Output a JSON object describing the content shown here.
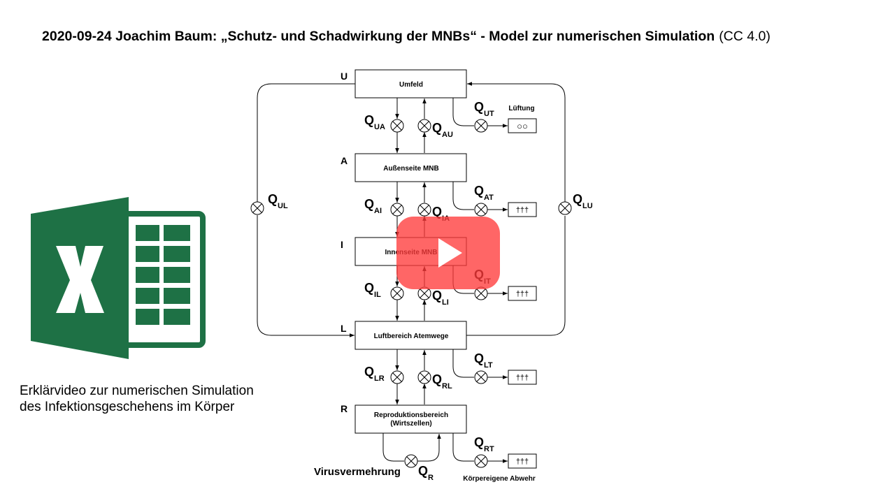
{
  "title": {
    "main": "2020-09-24 Joachim Baum: „Schutz- und Schadwirkung der MNBs“ - Model zur numerischen Simulation",
    "license": "(CC 4.0)"
  },
  "caption": {
    "line1": "Erklärvideo zur numerischen Simulation",
    "line2": "des Infektionsgeschehens im Körper"
  },
  "icons": {
    "excel": "excel-icon",
    "play": "youtube-play-icon"
  },
  "colors": {
    "excel_green": "#1E7145",
    "youtube_red": "#FF3B3B"
  },
  "diagram": {
    "layers": [
      {
        "letter": "U",
        "box": "Umfeld"
      },
      {
        "letter": "A",
        "box": "Außenseite MNB"
      },
      {
        "letter": "I",
        "box": "Innenseite MNB"
      },
      {
        "letter": "L",
        "box": "Luftbereich Atemwege"
      },
      {
        "letter": "R",
        "box": "Reproduktionsbereich",
        "box2": "(Wirtszellen)"
      }
    ],
    "flows": [
      {
        "id": "QUA",
        "base": "Q",
        "sub": "UA"
      },
      {
        "id": "QAU",
        "base": "Q",
        "sub": "AU"
      },
      {
        "id": "QUT",
        "base": "Q",
        "sub": "UT"
      },
      {
        "id": "QAI",
        "base": "Q",
        "sub": "AI"
      },
      {
        "id": "QIA",
        "base": "Q",
        "sub": "IA"
      },
      {
        "id": "QAT",
        "base": "Q",
        "sub": "AT"
      },
      {
        "id": "QIL",
        "base": "Q",
        "sub": "IL"
      },
      {
        "id": "QLI",
        "base": "Q",
        "sub": "LI"
      },
      {
        "id": "QIT",
        "base": "Q",
        "sub": "IT"
      },
      {
        "id": "QLR",
        "base": "Q",
        "sub": "LR"
      },
      {
        "id": "QRL",
        "base": "Q",
        "sub": "RL"
      },
      {
        "id": "QLT",
        "base": "Q",
        "sub": "LT"
      },
      {
        "id": "QRT",
        "base": "Q",
        "sub": "RT"
      },
      {
        "id": "QR",
        "base": "Q",
        "sub": "R"
      },
      {
        "id": "QUL",
        "base": "Q",
        "sub": "UL"
      },
      {
        "id": "QLU",
        "base": "Q",
        "sub": "LU"
      }
    ],
    "sinks": {
      "luftung_label": "Lüftung",
      "luftung_symbol": "○○",
      "cross_symbol": "†††",
      "abwehr_label": "Körpereigene Abwehr",
      "vermehrung_label": "Virusvermehrung"
    }
  }
}
